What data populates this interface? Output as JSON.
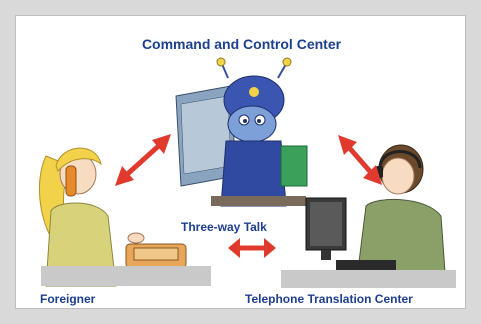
{
  "diagram": {
    "title": "Command and Control Center",
    "left_party": "Foreigner",
    "right_party": "Telephone Translation Center",
    "center_label": "Three-way Talk",
    "colors": {
      "title_text": "#1d3f8f",
      "arrow": "#e03a2f",
      "frame": "#bdbdbd",
      "background": "#d9d9d9"
    }
  }
}
